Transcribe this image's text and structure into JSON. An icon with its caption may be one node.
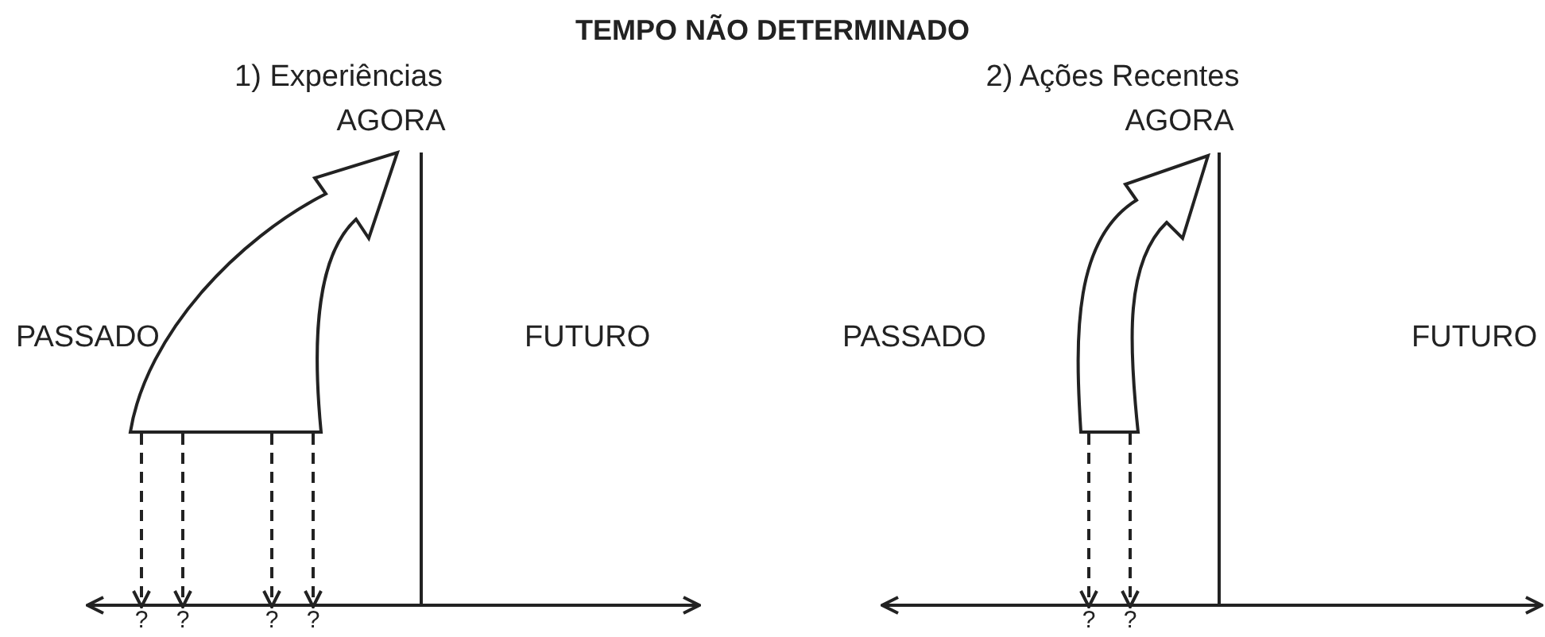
{
  "diagram": {
    "title": "TEMPO NÃO DETERMINADO",
    "nodes": [
      {
        "text": [],
        "shape": "arrow"
      },
      {
        "text": [
          "?"
        ]
      },
      {
        "text": [
          "?"
        ]
      },
      {
        "text": [
          "?"
        ]
      },
      {
        "text": [
          "?"
        ]
      },
      {
        "text": [],
        "shape": "arrow"
      },
      {
        "text": [
          "?"
        ]
      },
      {
        "text": [
          "?"
        ]
      }
    ],
    "edges": [
      {
        "from": 0,
        "to": 1,
        "arrow": "to",
        "style": "dashed"
      },
      {
        "from": 0,
        "to": 2,
        "arrow": "to",
        "style": "dashed"
      },
      {
        "from": 0,
        "to": 3,
        "arrow": "to",
        "style": "dashed"
      },
      {
        "from": 0,
        "to": 4,
        "arrow": "to",
        "style": "dashed"
      },
      {
        "from": 5,
        "to": 6,
        "arrow": "to",
        "style": "dashed"
      },
      {
        "from": 5,
        "to": 7,
        "arrow": "to",
        "style": "dashed"
      }
    ],
    "labels": [
      "1) Experiências",
      "AGORA",
      "PASSADO",
      "FUTURO",
      "2) Ações Recentes",
      "AGORA",
      "PASSADO",
      "FUTURO"
    ]
  }
}
